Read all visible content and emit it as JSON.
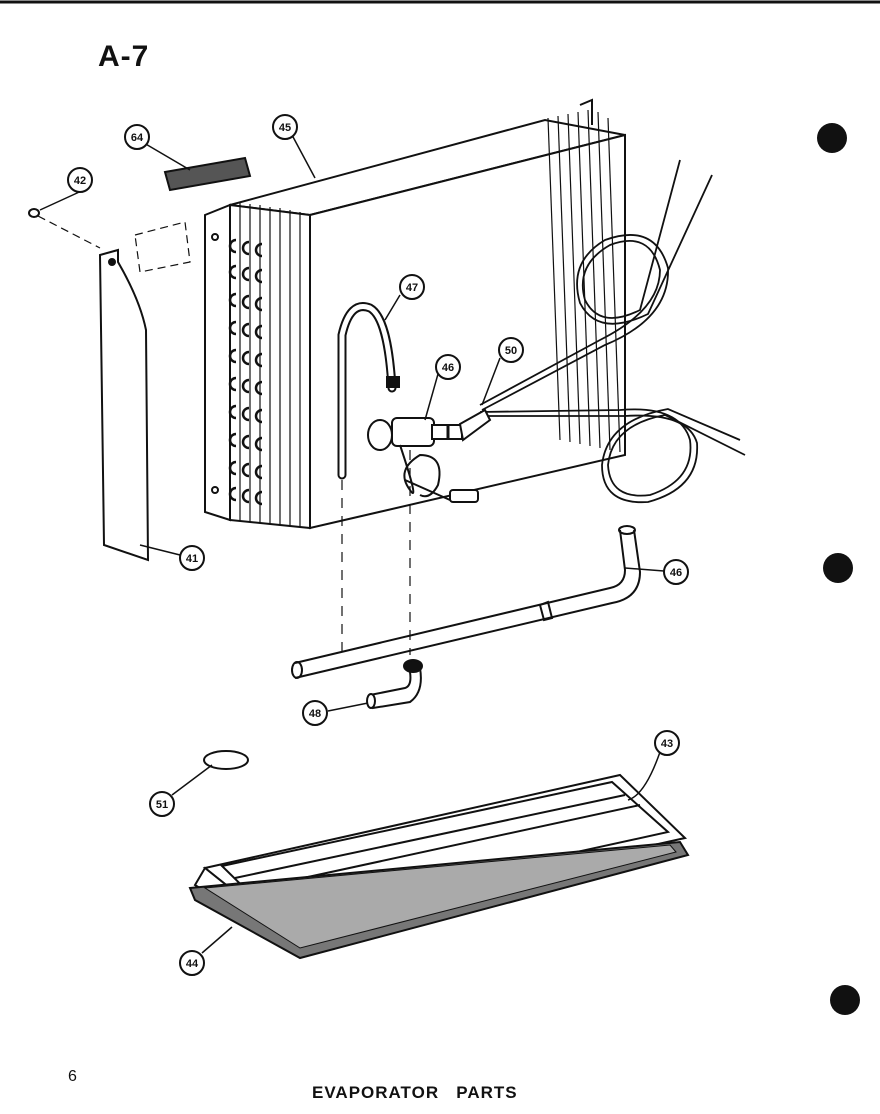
{
  "diagram": {
    "page_id": "A-7",
    "page_number": "6",
    "caption": "EVAPORATOR   PARTS",
    "callouts": [
      {
        "id": "c41",
        "label": "41"
      },
      {
        "id": "c42",
        "label": "42"
      },
      {
        "id": "c43",
        "label": "43"
      },
      {
        "id": "c44",
        "label": "44"
      },
      {
        "id": "c45",
        "label": "45"
      },
      {
        "id": "c46a",
        "label": "46"
      },
      {
        "id": "c46b",
        "label": "46"
      },
      {
        "id": "c47",
        "label": "47"
      },
      {
        "id": "c48",
        "label": "48"
      },
      {
        "id": "c50",
        "label": "50"
      },
      {
        "id": "c51",
        "label": "51"
      },
      {
        "id": "c64",
        "label": "64"
      }
    ],
    "colors": {
      "ink": "#111111",
      "paper": "#ffffff"
    }
  }
}
